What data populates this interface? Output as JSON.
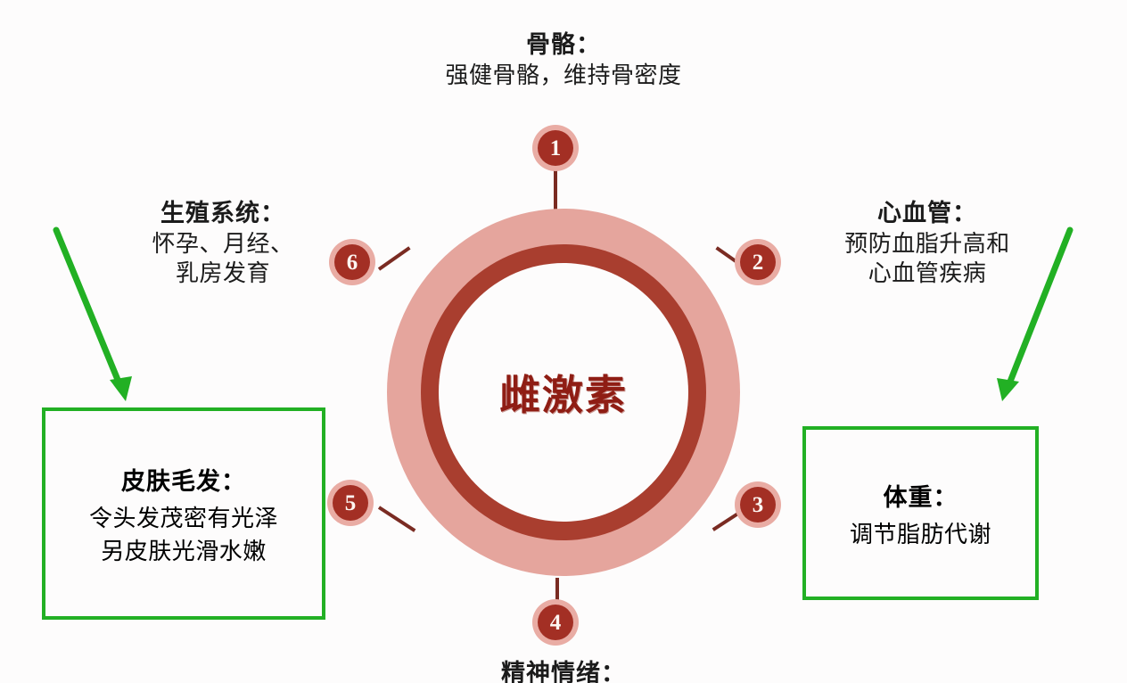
{
  "diagram": {
    "center": {
      "label": "雌激素"
    },
    "colors": {
      "ring_outer": "#e5a59d",
      "ring_inner": "#a93e2f",
      "badge_halo": "#e9aca4",
      "badge_disc": "#a32f24",
      "center_text": "#8f1d14",
      "box_border": "#22b024",
      "arrow": "#22b024",
      "connector": "#7a2b22",
      "background": "#fdfcfc",
      "body_text": "#1b1b1b"
    },
    "badges": [
      {
        "number": "1"
      },
      {
        "number": "2"
      },
      {
        "number": "3"
      },
      {
        "number": "4"
      },
      {
        "number": "5"
      },
      {
        "number": "6"
      }
    ],
    "sections": {
      "bone": {
        "title": "骨骼：",
        "lines": [
          "强健骨骼，维持骨密度"
        ]
      },
      "cardiovascular": {
        "title": "心血管：",
        "lines": [
          "预防血脂升高和",
          "心血管疾病"
        ]
      },
      "reproductive": {
        "title": "生殖系统：",
        "lines": [
          "怀孕、月经、",
          "乳房发育"
        ]
      },
      "skin_hair": {
        "title": "皮肤毛发：",
        "lines": [
          "令头发茂密有光泽",
          "另皮肤光滑水嫩"
        ]
      },
      "weight": {
        "title": "体重：",
        "lines": [
          "调节脂肪代谢"
        ]
      },
      "mood": {
        "title": "精神情绪："
      }
    }
  }
}
